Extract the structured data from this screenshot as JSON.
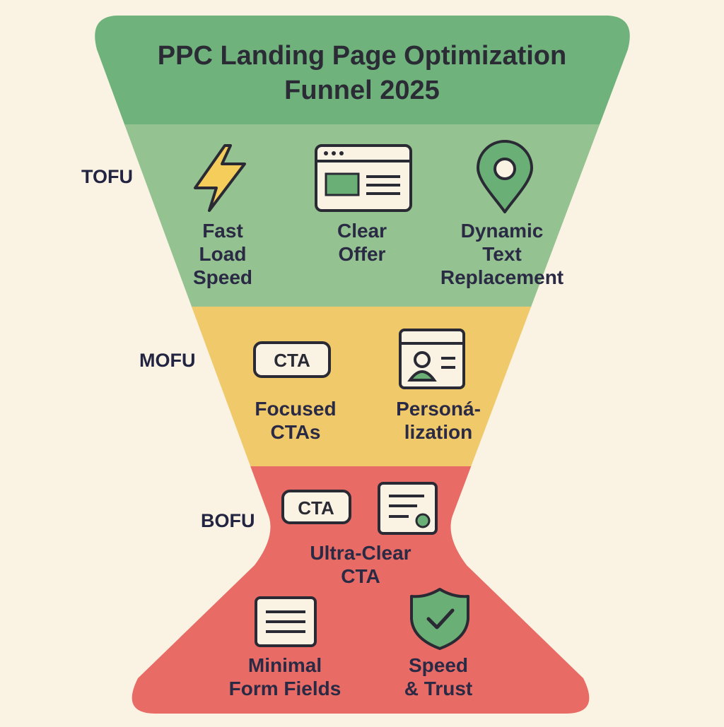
{
  "title": "PPC Landing Page Optimization\nFunnel 2025",
  "stages": {
    "tofu": {
      "label": "TOFU",
      "items": [
        {
          "label": "Fast\nLoad\nSpeed",
          "icon": "lightning-icon"
        },
        {
          "label": "Clear\nOffer",
          "icon": "browser-window-icon"
        },
        {
          "label": "Dynamic\nText\nReplacement",
          "icon": "location-pin-icon"
        }
      ]
    },
    "mofu": {
      "label": "MOFU",
      "items": [
        {
          "label": "Focused\nCTAs",
          "icon": "cta-button-icon",
          "icon_text": "CTA"
        },
        {
          "label": "Personá-\nlization",
          "icon": "profile-card-icon"
        }
      ]
    },
    "bofu": {
      "label": "BOFU",
      "items": [
        {
          "label": "Ultra-Clear\nCTA",
          "icon": "cta-button-icon",
          "icon_text": "CTA"
        },
        {
          "label": "",
          "icon": "certificate-document-icon"
        },
        {
          "label": "Minimal\nForm Fields",
          "icon": "form-icon"
        },
        {
          "label": "Speed\n& Trust",
          "icon": "shield-check-icon"
        }
      ]
    }
  },
  "colors": {
    "background": "#faf3e3",
    "title_band": "#6fb27c",
    "tofu": "#94c290",
    "mofu": "#f0c96b",
    "bofu": "#e86b66",
    "icon_green": "#6aaf76",
    "lightning_yellow": "#f4cd5a",
    "outline": "#2a2a35"
  }
}
